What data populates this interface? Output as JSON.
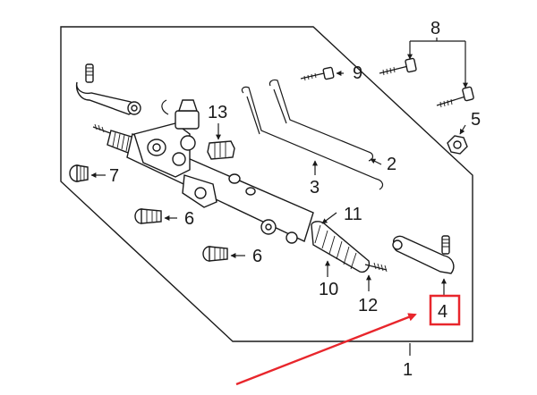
{
  "callouts": [
    {
      "id": "1",
      "text": "1"
    },
    {
      "id": "2",
      "text": "2"
    },
    {
      "id": "3",
      "text": "3"
    },
    {
      "id": "4",
      "text": "4"
    },
    {
      "id": "5",
      "text": "5"
    },
    {
      "id": "6a",
      "text": "6"
    },
    {
      "id": "6b",
      "text": "6"
    },
    {
      "id": "7",
      "text": "7"
    },
    {
      "id": "8",
      "text": "8"
    },
    {
      "id": "9",
      "text": "9"
    },
    {
      "id": "10",
      "text": "10"
    },
    {
      "id": "11",
      "text": "11"
    },
    {
      "id": "12",
      "text": "12"
    },
    {
      "id": "13",
      "text": "13"
    }
  ],
  "colors": {
    "line": "#1a1a1a",
    "highlight": "#e8262c",
    "background": "#ffffff"
  },
  "highlighted_callout": "4"
}
